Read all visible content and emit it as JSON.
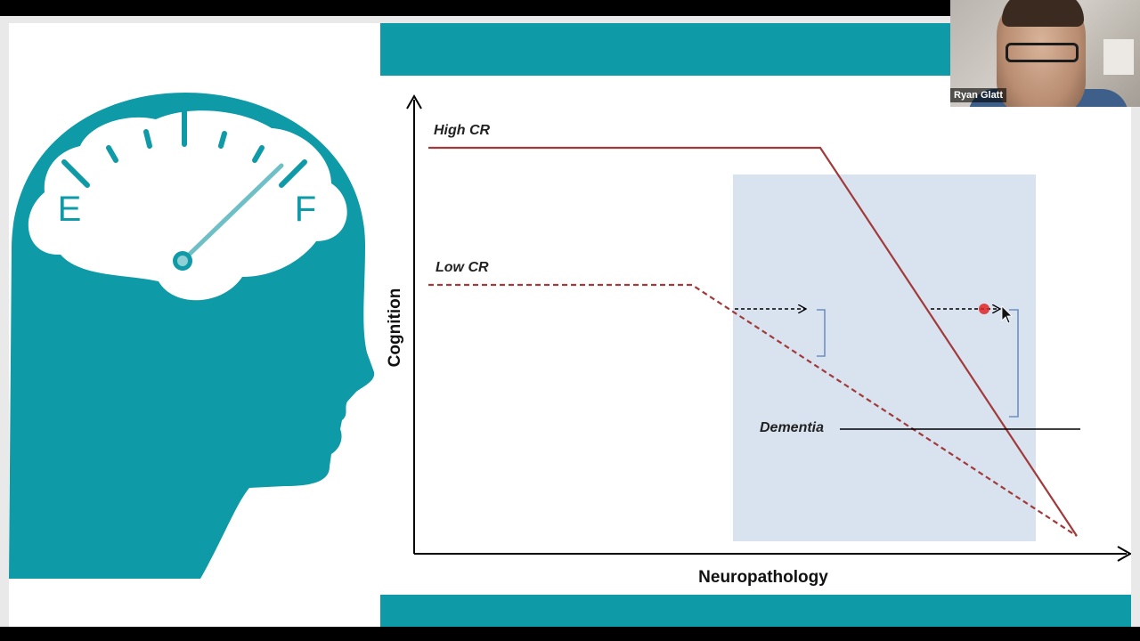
{
  "logo": {
    "empty_label": "E",
    "full_label": "F",
    "teal": "#0e9aa7"
  },
  "chart": {
    "y_axis_label": "Cognition",
    "x_axis_label": "Neuropathology",
    "high_cr_label": "High CR",
    "low_cr_label": "Low CR",
    "dementia_label": "Dementia",
    "line_color": "#a13a3a",
    "shade_color": "#d9e3ef"
  },
  "webcam": {
    "participant_name": "Ryan Glatt"
  }
}
